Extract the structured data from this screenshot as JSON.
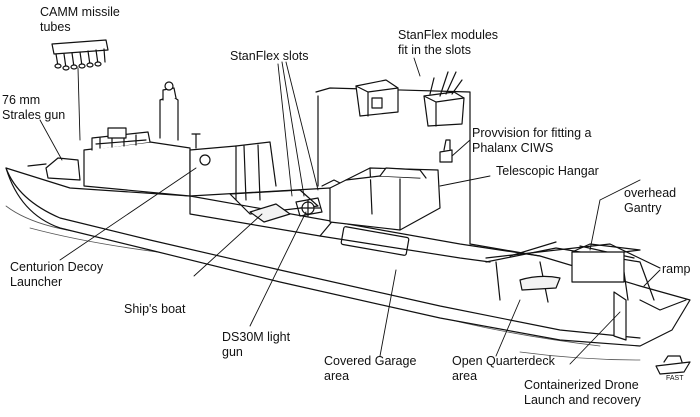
{
  "colors": {
    "ink": "#111111",
    "paper": "#ffffff",
    "fill": "#f3f3f3"
  },
  "labels": {
    "camm": [
      "CAMM missile",
      "tubes"
    ],
    "strales": [
      "76 mm",
      "Strales gun"
    ],
    "stanflex_slots": [
      "StanFlex slots"
    ],
    "stanflex_modules": [
      "StanFlex modules",
      "fit in the slots"
    ],
    "phalanx": [
      "Provvision for fitting a",
      "Phalanx CIWS"
    ],
    "hangar": [
      "Telescopic Hangar"
    ],
    "gantry": [
      "overhead",
      "Gantry"
    ],
    "ramp": [
      "ramp"
    ],
    "centurion": [
      "Centurion Decoy",
      "Launcher"
    ],
    "boat": [
      "Ship's boat"
    ],
    "ds30m": [
      "DS30M light",
      "gun"
    ],
    "garage": [
      "Covered Garage",
      "area"
    ],
    "quarterdeck": [
      "Open Quarterdeck",
      "area"
    ],
    "drone": [
      "Containerized Drone",
      "Launch and recovery"
    ],
    "fast_tag": "FAST"
  }
}
